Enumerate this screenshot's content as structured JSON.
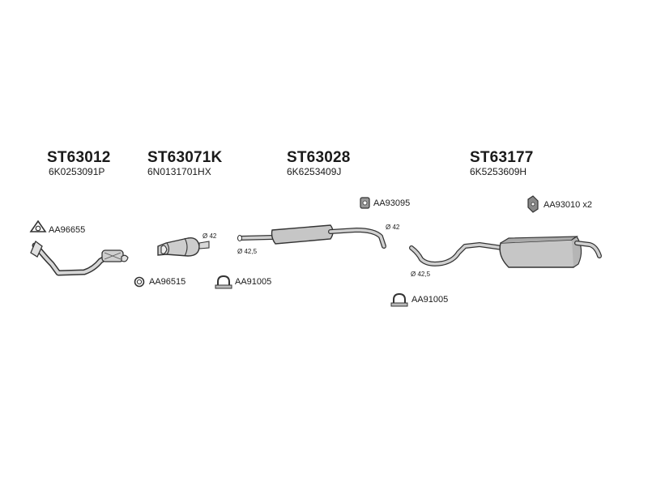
{
  "groups": [
    {
      "part": "ST63012",
      "oem": "6K0253091P"
    },
    {
      "part": "ST63071K",
      "oem": "6N0131701HX"
    },
    {
      "part": "ST63028",
      "oem": "6K6253409J"
    },
    {
      "part": "ST63177",
      "oem": "6K5253609H"
    }
  ],
  "accessories": {
    "aa96655": "AA96655",
    "aa96515": "AA96515",
    "aa91005_a": "AA91005",
    "aa93095": "AA93095",
    "aa91005_b": "AA91005",
    "aa93010": "AA93010 x2"
  },
  "diameters": {
    "cat_42": "Ø 42",
    "mid_in_425": "Ø 42,5",
    "mid_out_42": "Ø 42",
    "rear_in_425": "Ø 42,5"
  },
  "icons": {
    "gasket": "gasket-icon",
    "clamp": "clamp-icon",
    "rubber_mount": "rubber-mount-icon",
    "hanger": "hanger-icon"
  },
  "colors": {
    "line": "#333333",
    "fill": "#c8c8c8",
    "fill_dark": "#a0a0a0"
  }
}
